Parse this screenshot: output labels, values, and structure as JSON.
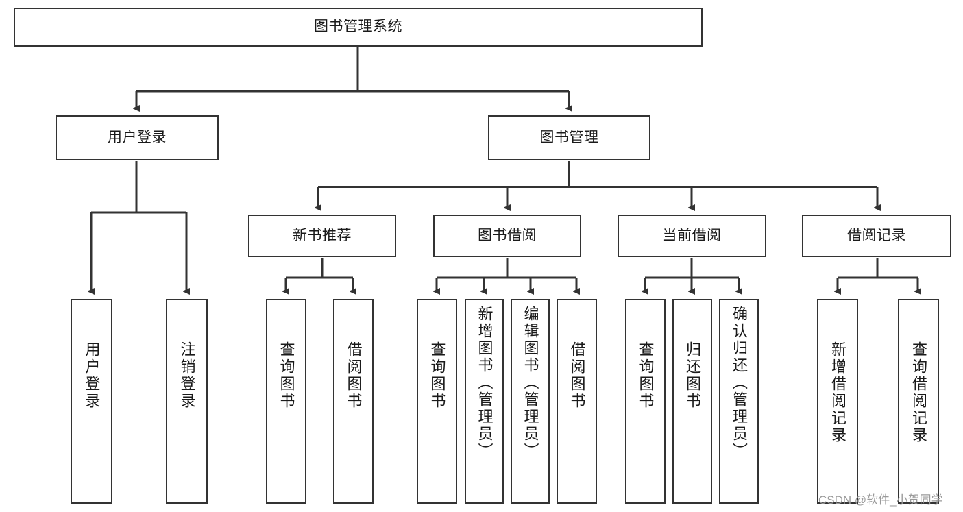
{
  "diagram": {
    "type": "tree-hierarchy",
    "title": "图书管理系统",
    "watermark": "CSDN @软件_小贺同学",
    "colors": {
      "node_border": "#333333",
      "node_fill": "#ffffff",
      "edge": "#333333",
      "text": "#1a1a1a",
      "watermark": "#9a9a9a",
      "background": "#ffffff"
    },
    "nodes": {
      "root": {
        "label": "图书管理系统"
      },
      "level2": [
        {
          "id": "user-login",
          "label": "用户登录"
        },
        {
          "id": "book-manage",
          "label": "图书管理"
        }
      ],
      "level3": [
        {
          "id": "new-book-recommend",
          "label": "新书推荐"
        },
        {
          "id": "book-borrow",
          "label": "图书借阅"
        },
        {
          "id": "current-borrow",
          "label": "当前借阅"
        },
        {
          "id": "borrow-record",
          "label": "借阅记录"
        }
      ],
      "leaves": {
        "user-login": [
          {
            "id": "leaf-user-login",
            "label": "用户登录"
          },
          {
            "id": "leaf-logout-login",
            "label": "注销登录"
          }
        ],
        "new-book-recommend": [
          {
            "id": "leaf-query-book-1",
            "label": "查询图书"
          },
          {
            "id": "leaf-borrow-book-1",
            "label": "借阅图书"
          }
        ],
        "book-borrow": [
          {
            "id": "leaf-query-book-2",
            "label": "查询图书"
          },
          {
            "id": "leaf-add-book",
            "label": "新增图书（管理员）"
          },
          {
            "id": "leaf-edit-book",
            "label": "编辑图书（管理员）"
          },
          {
            "id": "leaf-borrow-book-2",
            "label": "借阅图书"
          }
        ],
        "current-borrow": [
          {
            "id": "leaf-query-book-3",
            "label": "查询图书"
          },
          {
            "id": "leaf-return-book",
            "label": "归还图书"
          },
          {
            "id": "leaf-confirm-return",
            "label": "确认归还（管理员）"
          }
        ],
        "borrow-record": [
          {
            "id": "leaf-add-borrow-record",
            "label": "新增借阅记录"
          },
          {
            "id": "leaf-query-borrow-record",
            "label": "查询借阅记录"
          }
        ]
      }
    }
  }
}
